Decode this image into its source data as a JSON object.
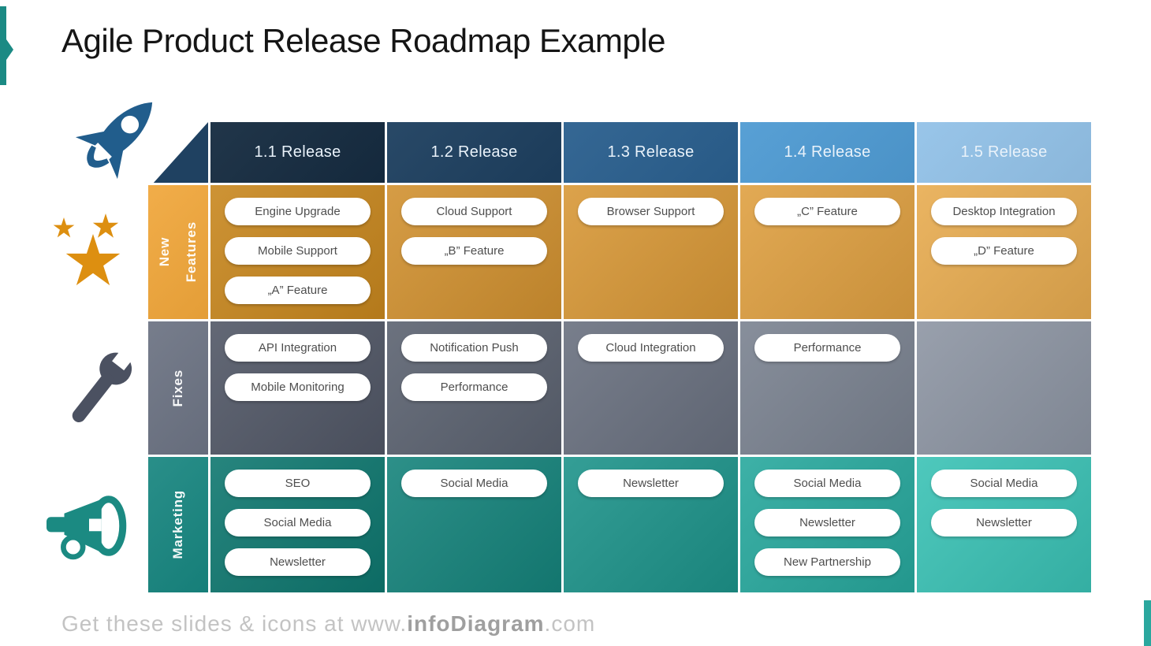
{
  "title": "Agile Product Release Roadmap Example",
  "footer": {
    "prefix": "Get these slides & icons at www.",
    "brand": "infoDiagram",
    "suffix": ".com"
  },
  "accent": {
    "teal_bar": "#1b8a84",
    "bottom_bar": "#2aa79e",
    "corner_triangle": "#1f4161"
  },
  "icons": {
    "rocket": "rocket-icon",
    "rocket_color": "#215d8c",
    "stars": "stars-icon",
    "stars_color": "#dd8f10",
    "wrench": "wrench-icon",
    "wrench_color": "#4b5161",
    "megaphone": "megaphone-icon",
    "megaphone_color": "#1b8a82"
  },
  "matrix": {
    "columns": [
      {
        "label": "1.1 Release",
        "color": "#152b40"
      },
      {
        "label": "1.2 Release",
        "color": "#1d3f5f"
      },
      {
        "label": "1.3 Release",
        "color": "#2a5f8e"
      },
      {
        "label": "1.4 Release",
        "color": "#4f9bd3"
      },
      {
        "label": "1.5 Release",
        "color": "#93c2e8"
      }
    ],
    "rows": [
      {
        "label": "New\nFeatures",
        "label_color": "#f0a63a",
        "cells": [
          {
            "color": "#c8871e",
            "items": [
              "Engine Upgrade",
              "Mobile Support",
              "„A” Feature"
            ]
          },
          {
            "color": "#d19130",
            "items": [
              "Cloud Support",
              "„B” Feature"
            ]
          },
          {
            "color": "#d89837",
            "items": [
              "Browser Support"
            ]
          },
          {
            "color": "#dfa041",
            "items": [
              "„C” Feature"
            ]
          },
          {
            "color": "#e8ac50",
            "items": [
              "Desktop Integration",
              "„D” Feature"
            ]
          }
        ]
      },
      {
        "label": "Fixes",
        "label_color": "#6b7282",
        "cells": [
          {
            "color": "#515766",
            "items": [
              "API Integration",
              "Mobile Monitoring"
            ]
          },
          {
            "color": "#5b6270",
            "items": [
              "Notification Push",
              "Performance"
            ]
          },
          {
            "color": "#69707f",
            "items": [
              "Cloud Integration"
            ]
          },
          {
            "color": "#7a8290",
            "items": [
              "Performance"
            ]
          },
          {
            "color": "#8d95a3",
            "items": []
          }
        ]
      },
      {
        "label": "Marketing",
        "label_color": "#17857f",
        "cells": [
          {
            "color": "#0e776f",
            "items": [
              "SEO",
              "Social Media",
              "Newsletter"
            ]
          },
          {
            "color": "#15837b",
            "items": [
              "Social Media"
            ]
          },
          {
            "color": "#1d938a",
            "items": [
              "Newsletter"
            ]
          },
          {
            "color": "#27a89d",
            "items": [
              "Social Media",
              "Newsletter",
              "New Partnership"
            ]
          },
          {
            "color": "#3ac2b5",
            "items": [
              "Social Media",
              "Newsletter"
            ]
          }
        ]
      }
    ]
  }
}
